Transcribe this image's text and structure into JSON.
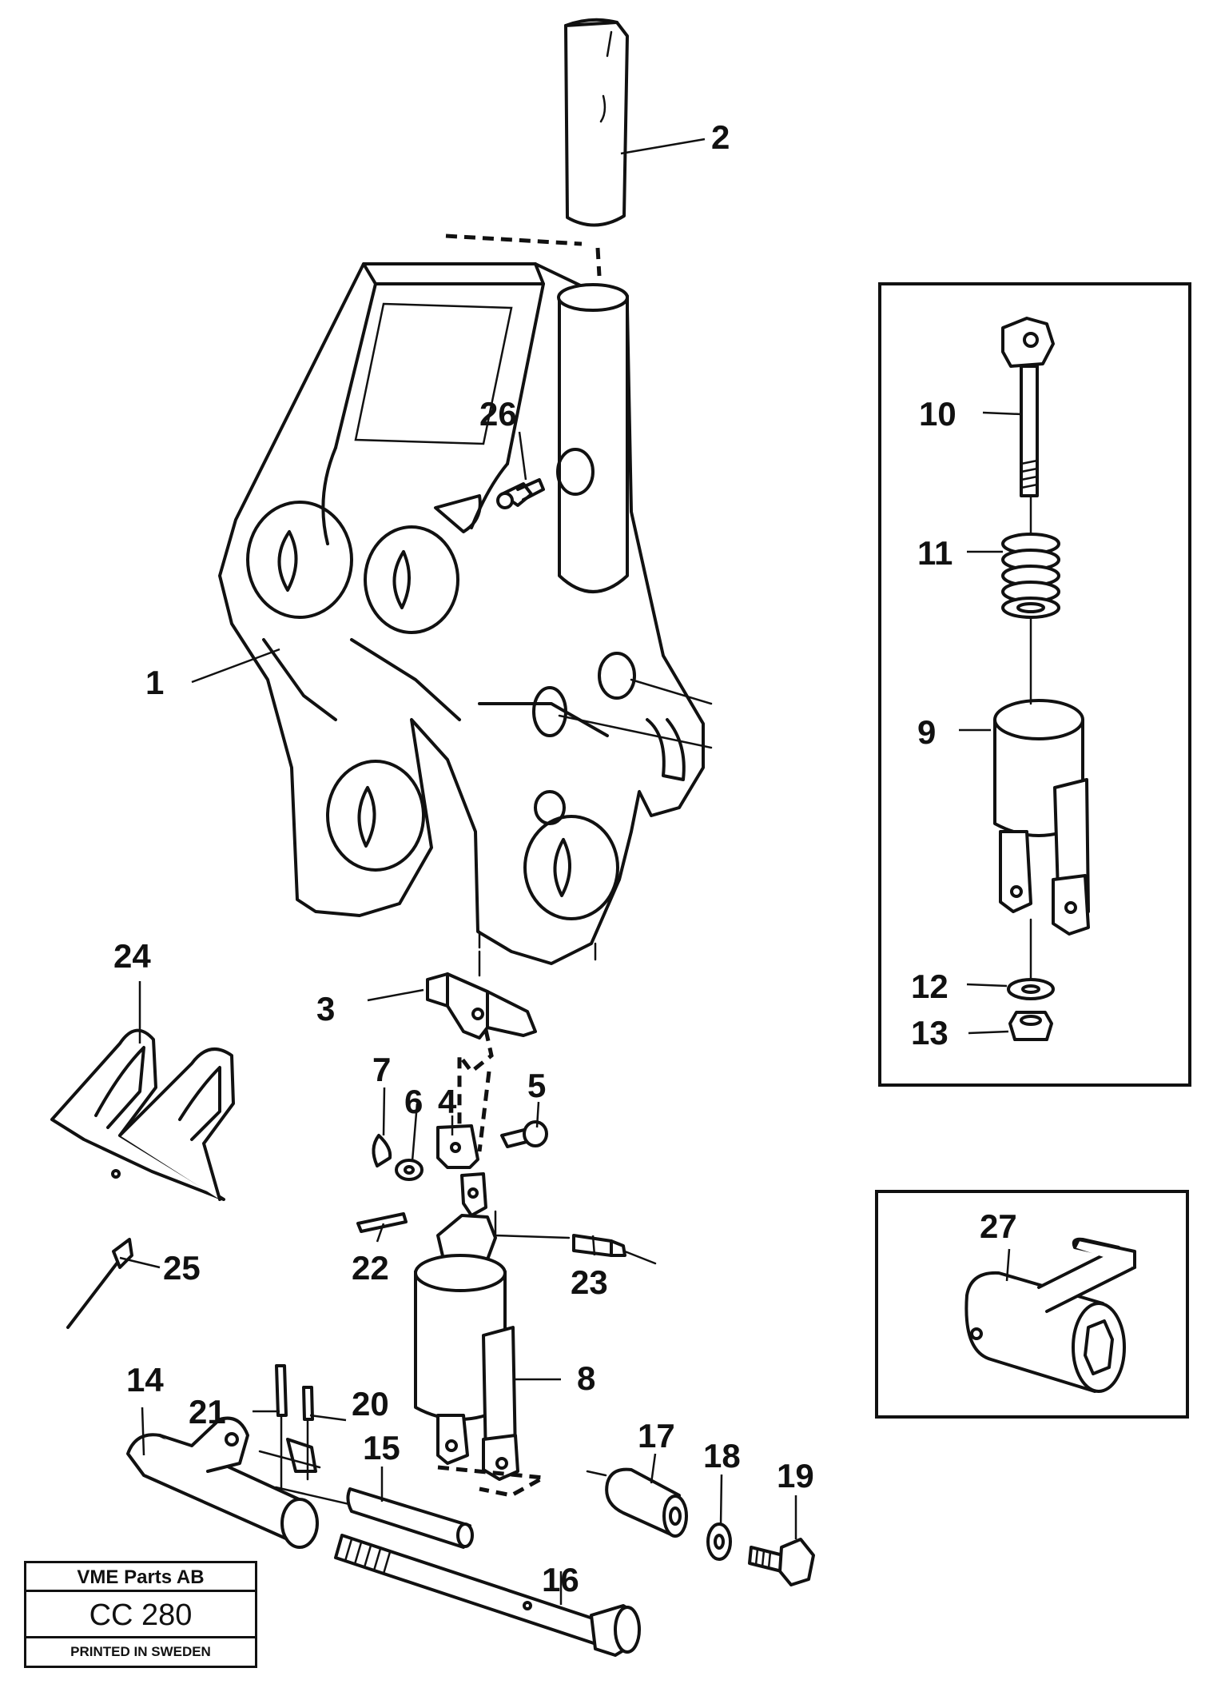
{
  "callouts": {
    "c1": "1",
    "c2": "2",
    "c3": "3",
    "c4": "4",
    "c5": "5",
    "c6": "6",
    "c7": "7",
    "c8": "8",
    "c9": "9",
    "c10": "10",
    "c11": "11",
    "c12": "12",
    "c13": "13",
    "c14": "14",
    "c15": "15",
    "c16": "16",
    "c17": "17",
    "c18": "18",
    "c19": "19",
    "c20": "20",
    "c21": "21",
    "c22": "22",
    "c23": "23",
    "c24": "24",
    "c25": "25",
    "c26": "26",
    "c27": "27"
  },
  "stamp": {
    "company": "VME Parts AB",
    "code": "CC 280",
    "printed": "PRINTED IN SWEDEN"
  }
}
